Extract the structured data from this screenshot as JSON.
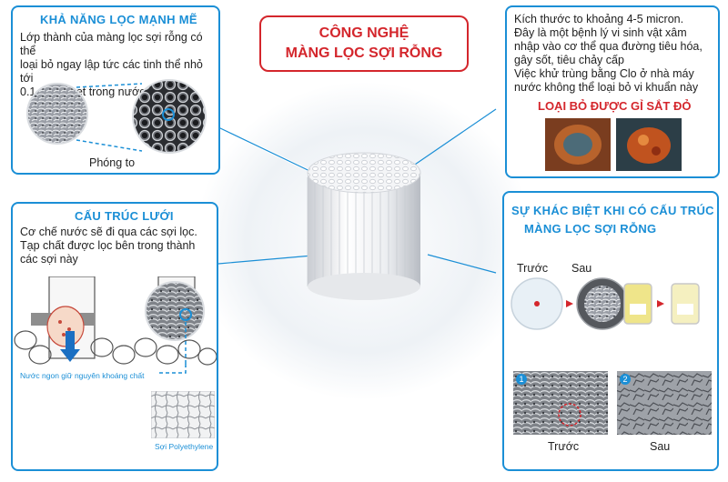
{
  "center": {
    "line1": "CÔNG NGHỆ",
    "line2": "MÀNG LỌC SỢI RỖNG"
  },
  "top_left": {
    "title": "KHẢ NĂNG LỌC MẠNH MẼ",
    "lines": [
      "Lớp thành của màng lọc sợi rỗng có thể",
      "loại bỏ ngay lập tức các tinh thể nhỏ tới",
      "0.1 micromet trong nước"
    ],
    "caption": "Phóng to"
  },
  "top_right": {
    "lines": [
      "Kích thước to khoảng 4-5 micron.",
      "Đây là một bệnh lý vi sinh vật xâm",
      "nhập vào cơ thể qua đường tiêu hóa,",
      "gây sốt, tiêu chảy cấp",
      "Việc khử trùng bằng Clo ở nhà máy",
      "nước không thể loại bỏ vi khuẩn này"
    ],
    "heading": "LOẠI BỎ ĐƯỢC GỈ SẮT ĐỎ"
  },
  "bottom_left": {
    "title": "CẤU TRÚC LƯỚI",
    "lines": [
      "Cơ chế nước sẽ đi qua các sợi lọc.",
      "Tạp chất được lọc bên trong thành",
      "các sợi này"
    ],
    "water_caption": "Nước ngon giữ nguyên khoáng chất",
    "fiber_caption": "Sợi Polyethylene"
  },
  "bottom_right": {
    "title_line1": "SỰ KHÁC BIỆT KHI CÓ CẤU TRÚC",
    "title_line2": "MÀNG LỌC SỢI RỖNG",
    "before": "Trước",
    "after": "Sau",
    "micro_before": "Trước",
    "micro_after": "Sau",
    "badge1": "1",
    "badge2": "2"
  },
  "colors": {
    "accent": "#1b8fd6",
    "red": "#d4262c",
    "text": "#222222"
  }
}
